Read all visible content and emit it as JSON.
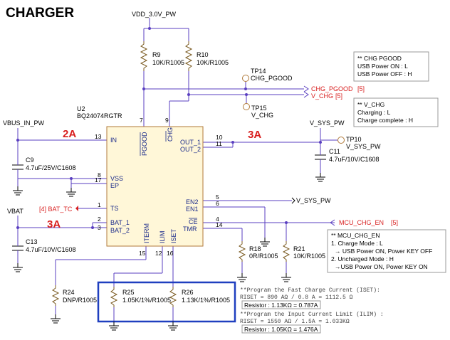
{
  "title": "CHARGER",
  "chip": {
    "ref": "U2",
    "part": "BQ24074RGTR",
    "pins_left": [
      {
        "num": "13",
        "name": "IN"
      },
      {
        "num": "8",
        "name": "VSS"
      },
      {
        "num": "17",
        "name": "EP"
      },
      {
        "num": "1",
        "name": "TS"
      },
      {
        "num": "2",
        "name": "BAT_1"
      },
      {
        "num": "3",
        "name": "BAT_2"
      }
    ],
    "pins_right": [
      {
        "num": "10",
        "name": "OUT_1"
      },
      {
        "num": "11",
        "name": "OUT_2"
      },
      {
        "num": "5",
        "name": "EN2"
      },
      {
        "num": "6",
        "name": "EN1"
      },
      {
        "num": "4",
        "name": "CE"
      },
      {
        "num": "14",
        "name": "TMR"
      }
    ],
    "pins_top": [
      {
        "num": "7",
        "name": "PGOOD"
      },
      {
        "num": "9",
        "name": "CHG"
      }
    ],
    "pins_bottom": [
      {
        "num": "15",
        "name": "ITERM"
      },
      {
        "num": "12",
        "name": "ILIM"
      },
      {
        "num": "16",
        "name": "ISET"
      }
    ]
  },
  "nets": {
    "vdd": "VDD_3.0V_PW",
    "vbus": "VBUS_IN_PW",
    "vbat": "VBAT",
    "vsys": "V_SYS_PW",
    "vsys_en": "V_SYS_PW",
    "bat_tc": "[4]  BAT_TC",
    "chg_pgood": "CHG_PGOOD",
    "chg_pgood_ref": "[5]",
    "v_chg": "V_CHG",
    "v_chg_ref": "[5]",
    "mcu_chg_en": "MCU_CHG_EN",
    "mcu_chg_en_ref": "[5]"
  },
  "currents": {
    "in": "2A",
    "out": "3A",
    "bat": "3A"
  },
  "components": {
    "r9": {
      "ref": "R9",
      "val": "10K/R1005"
    },
    "r10": {
      "ref": "R10",
      "val": "10K/R1005"
    },
    "c9": {
      "ref": "C9",
      "val": "4.7uF/25V/C1608"
    },
    "c13": {
      "ref": "C13",
      "val": "4.7uF/10V/C1608"
    },
    "c11": {
      "ref": "C11",
      "val": "4.7uF/10V/C1608"
    },
    "r18": {
      "ref": "R18",
      "val": "0R/R1005"
    },
    "r21": {
      "ref": "R21",
      "val": "10K/R1005"
    },
    "r24": {
      "ref": "R24",
      "val": "DNP/R1005"
    },
    "r25": {
      "ref": "R25",
      "val": "1.05K/1%/R1005"
    },
    "r26": {
      "ref": "R26",
      "val": "1.13K/1%/R1005"
    }
  },
  "testpoints": {
    "tp14": {
      "ref": "TP14",
      "net": "CHG_PGOOD"
    },
    "tp15": {
      "ref": "TP15",
      "net": "V_CHG"
    },
    "tp10": {
      "ref": "TP10",
      "net": "V_SYS_PW"
    }
  },
  "notes": {
    "pgood": [
      "** CHG PGOOD",
      "USB Power ON : L",
      "USB Power OFF : H"
    ],
    "vchg": [
      "** V_CHG",
      "Charging : L",
      "Charge complete : H"
    ],
    "mcu": [
      "** MCU_CHG_EN",
      "1. Charge Mode : L",
      "→ USB Power ON, Power KEY OFF",
      "2. Uncharged Mode : H",
      "→USB Power ON, Power KEY ON"
    ],
    "iset": [
      "**Program the Fast Charge Current (ISET):",
      "RISET = 890 AΩ / 0.8 A = 1112.5 Ω",
      "Resistor : 1.13KΩ = 0.787A"
    ],
    "ilim": [
      "**Program the Input Current Limit (ILIM) :",
      "RISET = 1550 AΩ / 1.5A = 1.033KΩ",
      "Resistor : 1.05KΩ = 1.476A"
    ]
  },
  "colors": {
    "wire": "#5a3fc0",
    "highlight": "#1f3fbf",
    "label": "#d81e1e",
    "chip_fill": "#fff7d8"
  }
}
